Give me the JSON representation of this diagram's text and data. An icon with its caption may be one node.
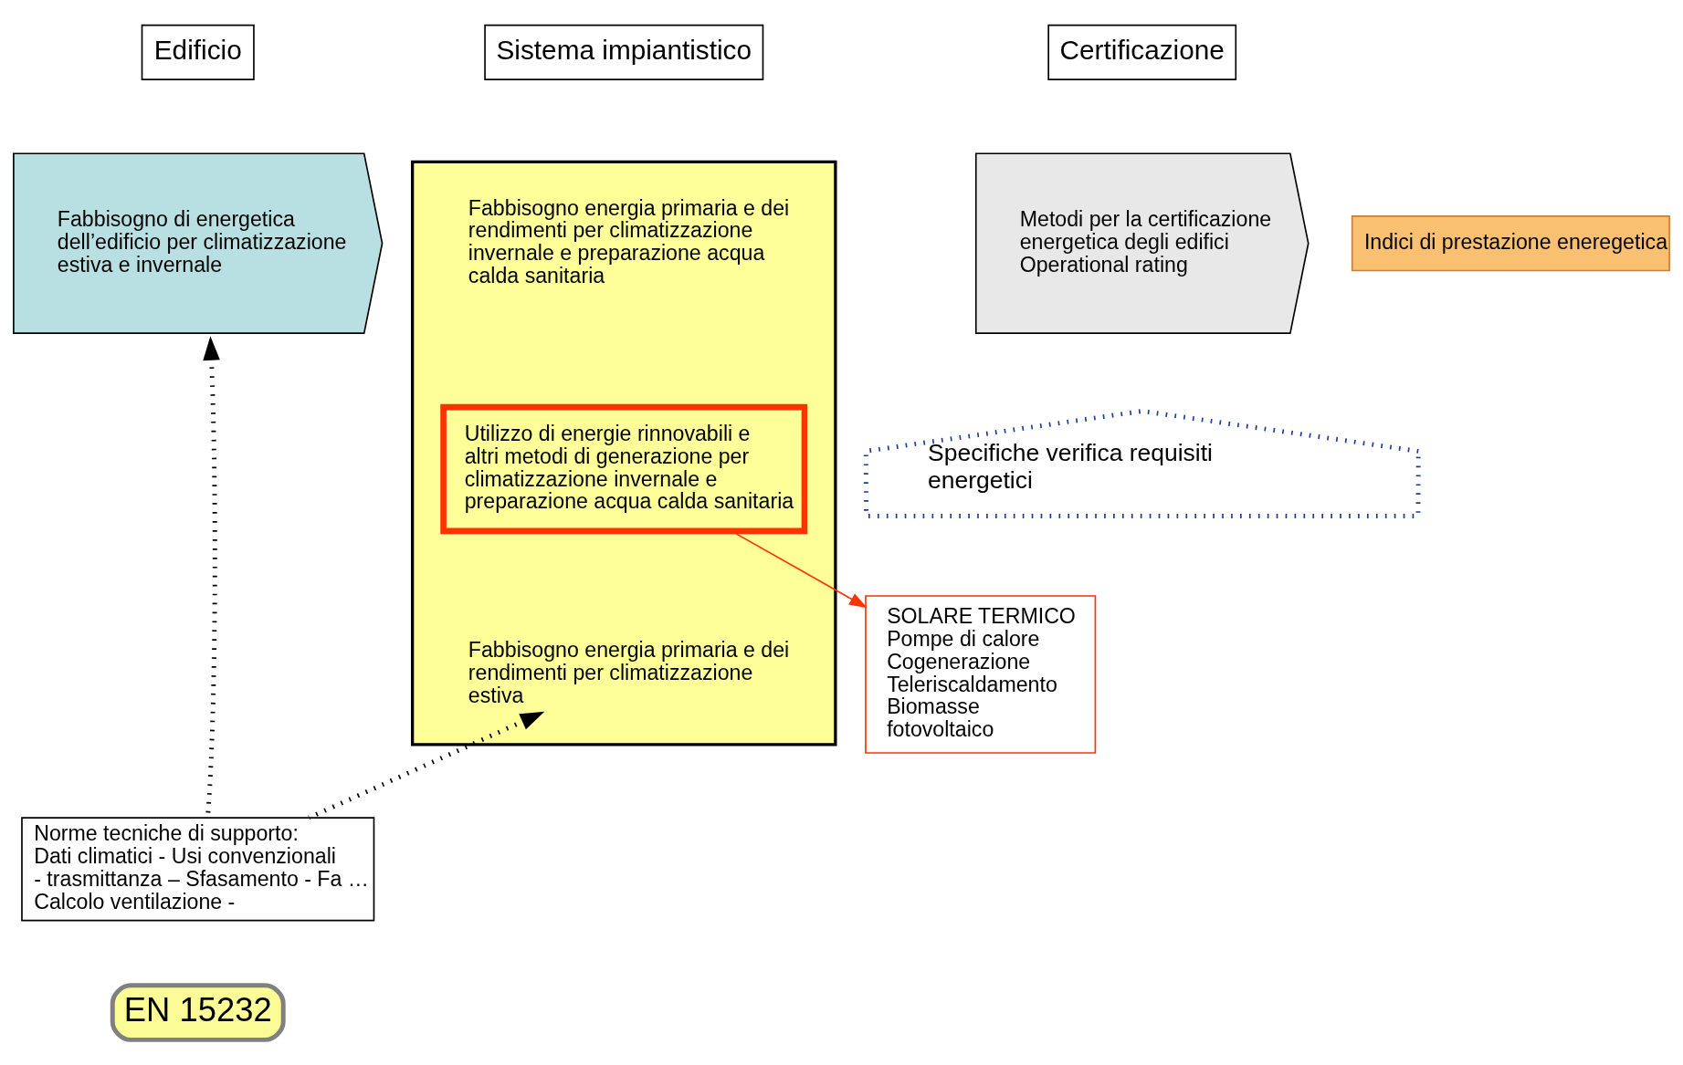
{
  "diagram": {
    "nodes": [
      {
        "text": [
          "Edificio"
        ]
      },
      {
        "text": [
          "Sistema impiantistico"
        ]
      },
      {
        "text": [
          "Certificazione"
        ]
      },
      {
        "text": [
          "Fabbisogno di energetica dell’edificio per climatizzazione estiva e invernale"
        ]
      },
      {
        "text": [],
        "shape": "arrow"
      },
      {
        "text": [
          "Fabbisogno energia primaria e dei rendimenti per climatizzazione invernale e preparazione acqua calda sanitaria"
        ],
        "in": 4
      },
      {
        "text": [
          "Utilizzo di energie rinnovabili e altri metodi di generazione per climatizzazione invernale e preparazione acqua calda sanitaria"
        ],
        "in": 4
      },
      {
        "text": [
          "Fabbisogno energia primaria e dei rendimenti per climatizzazione estiva"
        ],
        "in": 4
      },
      {
        "text": [
          "Metodi per la certificazione energetica degli edifici",
          "Operational rating"
        ]
      },
      {
        "text": [
          "Indici di prestazione eneregetica"
        ]
      },
      {
        "text": [
          "Norme tecniche di supporto:",
          "Dati climatici - Usi convenzionali - trasmittanza – Sfasamento - Fa … Calcolo ventilazione -"
        ]
      },
      {
        "text": [
          "EN 15232"
        ]
      },
      {
        "text": [
          "SOLARE TERMICO",
          "Pompe di calore",
          "Cogenerazione",
          "Teleriscaldamento",
          "Biomasse",
          "fotovoltaico"
        ]
      },
      {
        "text": [
          "Specifiche verifica requisiti energetici"
        ]
      }
    ],
    "edges": [
      {
        "from": 10,
        "to": 3,
        "arrow": "to",
        "style": "dashed"
      },
      {
        "from": 10,
        "to": 4,
        "arrow": "to",
        "style": "dashed"
      },
      {
        "from": 6,
        "to": 12,
        "arrow": "to",
        "color": "#ff3300"
      }
    ]
  }
}
